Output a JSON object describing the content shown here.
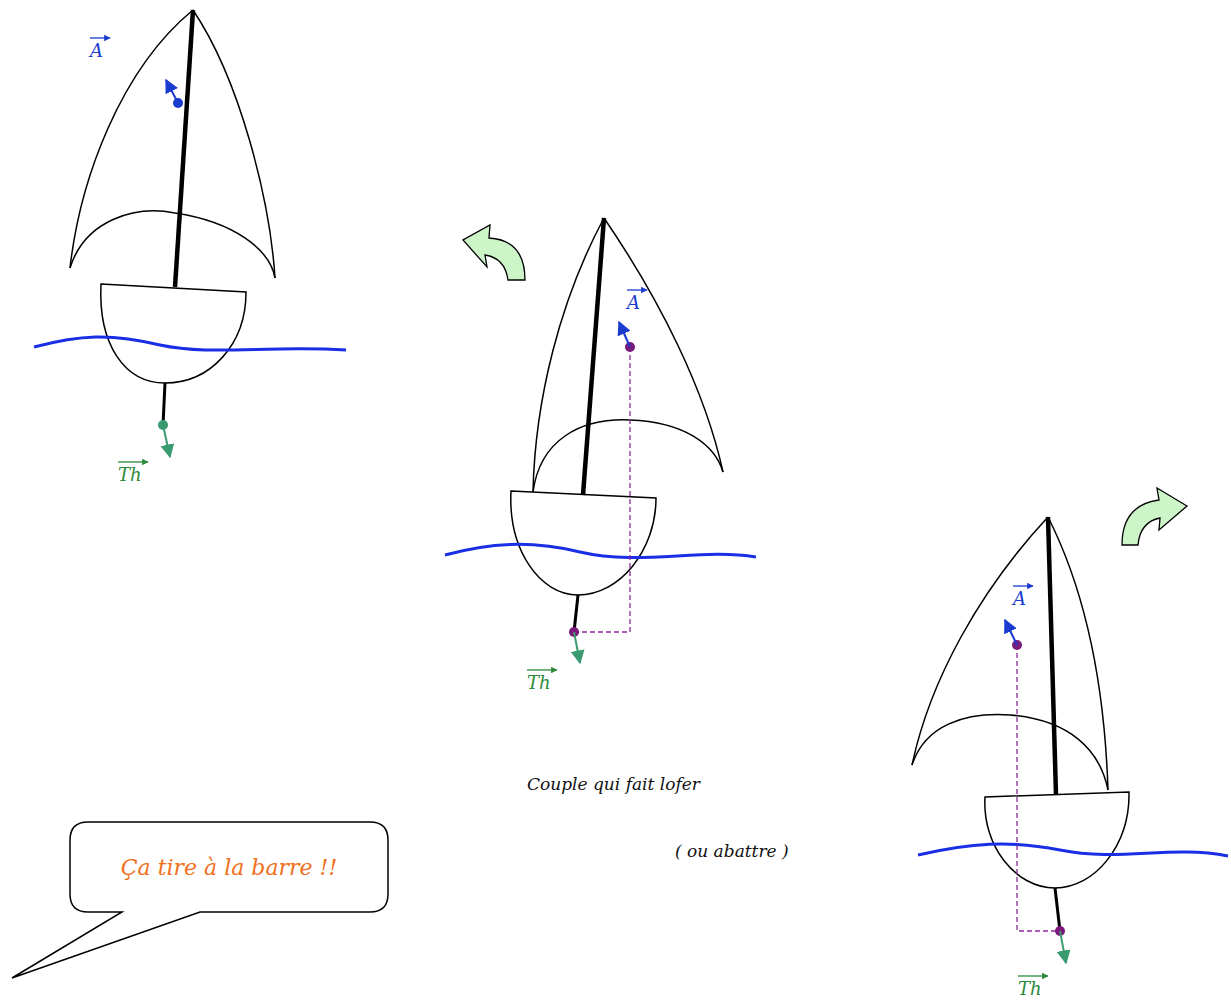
{
  "diagram": {
    "nodes": [
      {
        "text": [
          "Ça tire à la barre !!"
        ]
      }
    ],
    "labels": [
      "A",
      "Th",
      "A",
      "Th",
      "Couple qui fait lofer",
      "( ou abattre )",
      "A",
      "Th"
    ]
  }
}
